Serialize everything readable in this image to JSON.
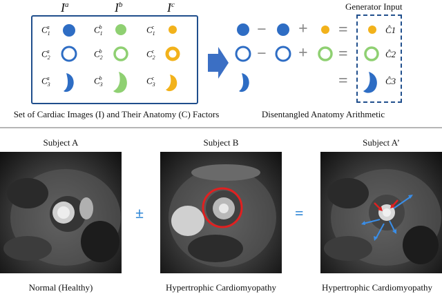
{
  "top": {
    "columns": [
      {
        "base": "I",
        "sup": "a"
      },
      {
        "base": "I",
        "sup": "b"
      },
      {
        "base": "I",
        "sup": "c"
      }
    ],
    "factor_labels": [
      [
        {
          "base": "C",
          "sup": "a",
          "sub": "1"
        },
        {
          "base": "C",
          "sup": "b",
          "sub": "1"
        },
        {
          "base": "C",
          "sup": "c",
          "sub": "1"
        }
      ],
      [
        {
          "base": "C",
          "sup": "a",
          "sub": "2"
        },
        {
          "base": "C",
          "sup": "b",
          "sub": "2"
        },
        {
          "base": "C",
          "sup": "c",
          "sub": "2"
        }
      ],
      [
        {
          "base": "C",
          "sup": "a",
          "sub": "3"
        },
        {
          "base": "C",
          "sup": "b",
          "sub": "3"
        },
        {
          "base": "C",
          "sup": "c",
          "sub": "3"
        }
      ]
    ],
    "left_caption": "Set of Cardiac Images (I) and Their Anatomy (C) Factors",
    "right_caption": "Disentangled Anatomy Arithmetic",
    "generator_title": "Generator Input",
    "generator_labels": [
      "Ĉ1",
      "Ĉ2",
      "Ĉ3"
    ],
    "operators": {
      "minus": "−",
      "plus": "+",
      "equals": "="
    },
    "colors": {
      "subject_a": "#2e6dc4",
      "subject_b": "#8fd072",
      "subject_c": "#f2b21b",
      "box": "#1f4e8c",
      "operator": "#8c8c8c"
    }
  },
  "bottom": {
    "subjects": [
      {
        "title": "Subject A",
        "caption": "Normal (Healthy)"
      },
      {
        "title": "Subject B",
        "caption": "Hypertrophic Cardiomyopathy"
      },
      {
        "title": "Subject A’",
        "caption": "Hypertrophic Cardiomyopathy"
      }
    ],
    "operators": [
      "±",
      "="
    ],
    "colors": {
      "highlight": "#e02020",
      "operator": "#2e86d6",
      "arrow_blue": "#3a8ee8"
    }
  }
}
